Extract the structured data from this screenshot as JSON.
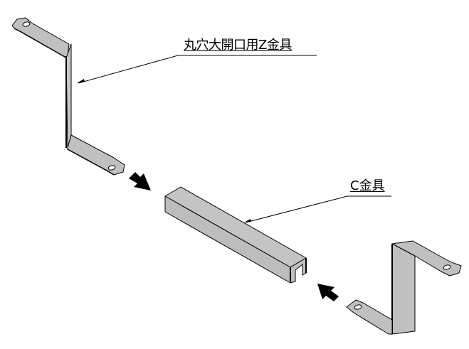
{
  "labels": {
    "z_bracket": "丸穴大開口用Z金具",
    "c_bracket": "C金具"
  },
  "colors": {
    "metal_fill": "#c0c0c0",
    "metal_shadow": "#9a9a9a",
    "outline": "#000000",
    "arrow": "#000000",
    "background": "#ffffff"
  },
  "icons": {
    "insert_arrow_left": "thick-arrow-down-right",
    "insert_arrow_right": "thick-arrow-up-left"
  }
}
